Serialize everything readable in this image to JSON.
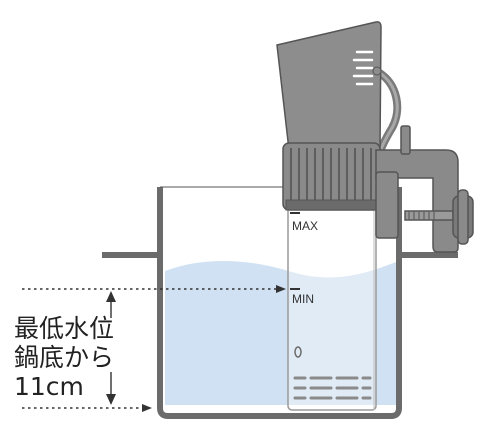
{
  "labels": {
    "max": "MAX",
    "min": "MIN"
  },
  "note": {
    "line1": "最低水位",
    "line2": "鍋底から",
    "line3": "11cm"
  },
  "colors": {
    "pot": "#6b6b6b",
    "device_body": "#8a8a8a",
    "device_dark": "#6f6f6f",
    "water": "#cfe1f2",
    "outline": "#3a3a3a"
  }
}
